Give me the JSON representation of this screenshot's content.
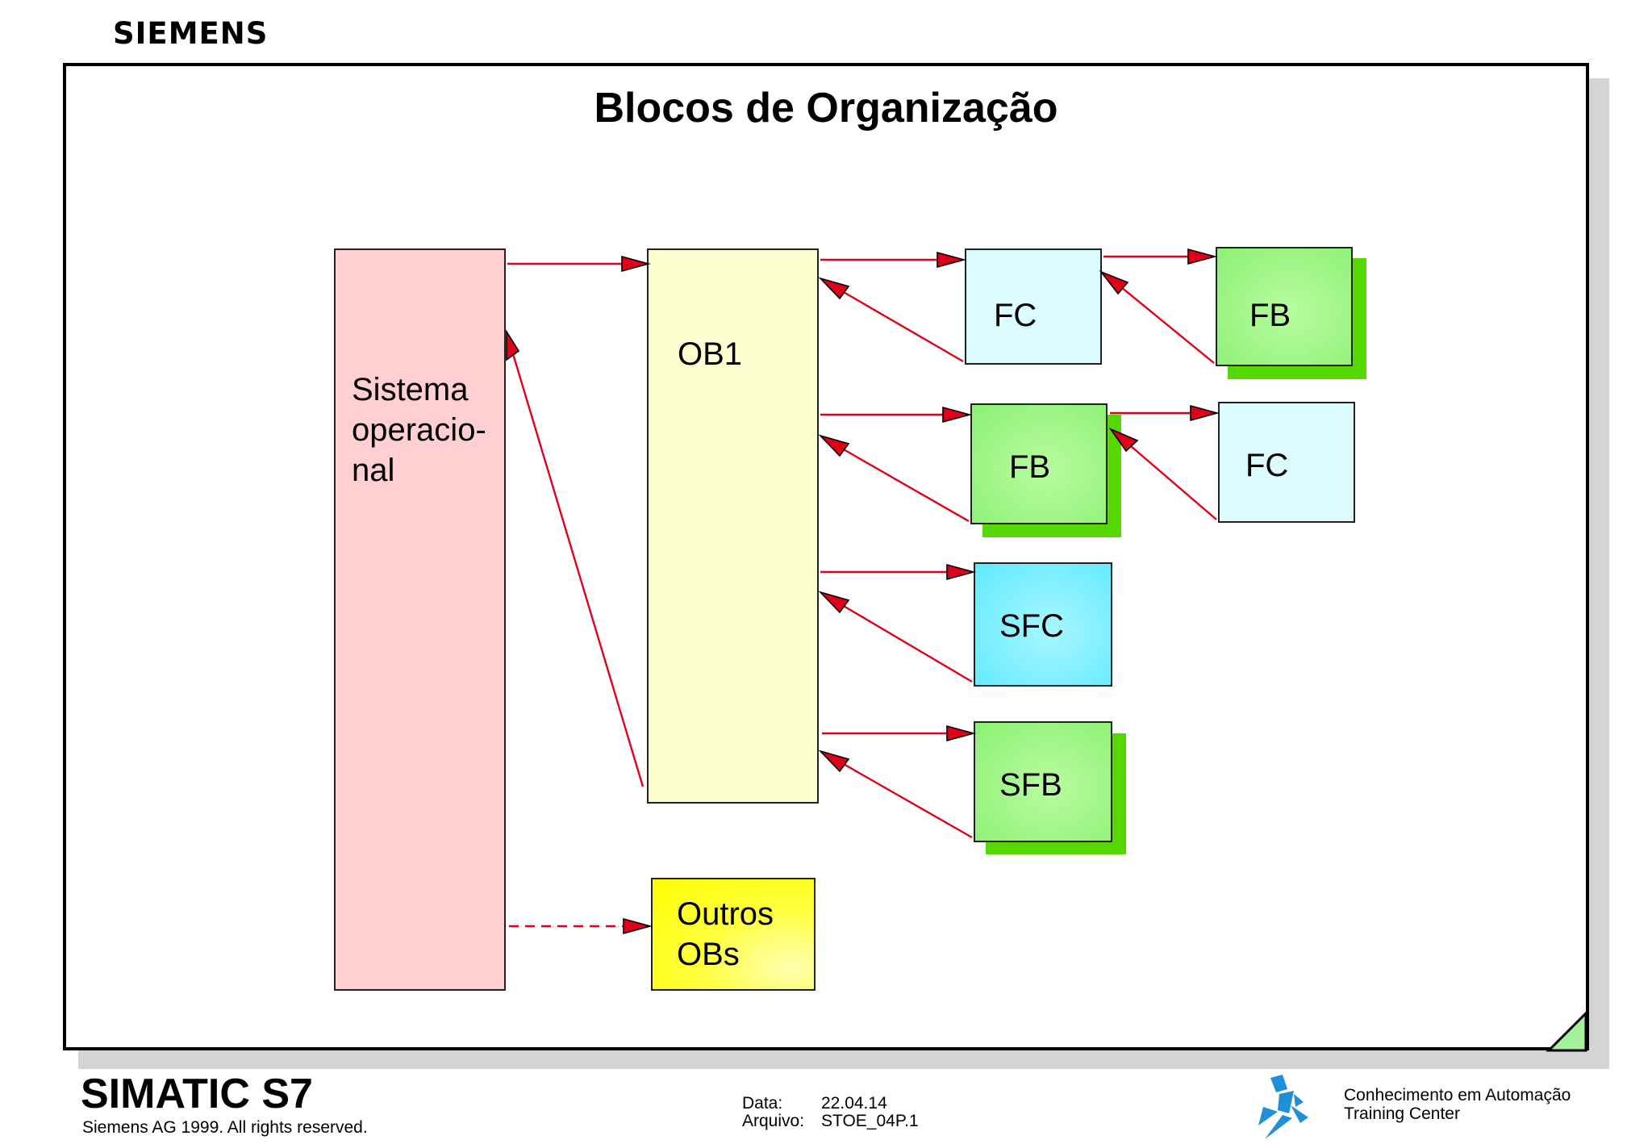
{
  "header": {
    "logo": "SIEMENS"
  },
  "title": "Blocos de Organização",
  "blocks": {
    "sistema": {
      "line1": "Sistema",
      "line2": "operacio-",
      "line3": "nal"
    },
    "ob1": "OB1",
    "outros": {
      "line1": "Outros",
      "line2": "OBs"
    },
    "fc_top": "FC",
    "fb_top": "FB",
    "fb_mid": "FB",
    "fc_mid": "FC",
    "sfc": "SFC",
    "sfb": "SFB"
  },
  "colors": {
    "arrow": "#e0001a",
    "sistema": "#ffcfd2",
    "ob1": "#feffd0",
    "outros": "#ffff00",
    "fc": "#dbfbff",
    "sfc": "#5eeaff",
    "fb": "#8cf073",
    "fb_shadow": "#55d800"
  },
  "footer": {
    "product": "SIMATIC S7",
    "copyright": "Siemens AG 1999. All rights reserved.",
    "date_label": "Data:",
    "date_value": "22.04.14",
    "file_label": "Arquivo:",
    "file_value": "STOE_04P.1",
    "center_line1": "Conhecimento em Automação",
    "center_line2": "Training Center"
  }
}
